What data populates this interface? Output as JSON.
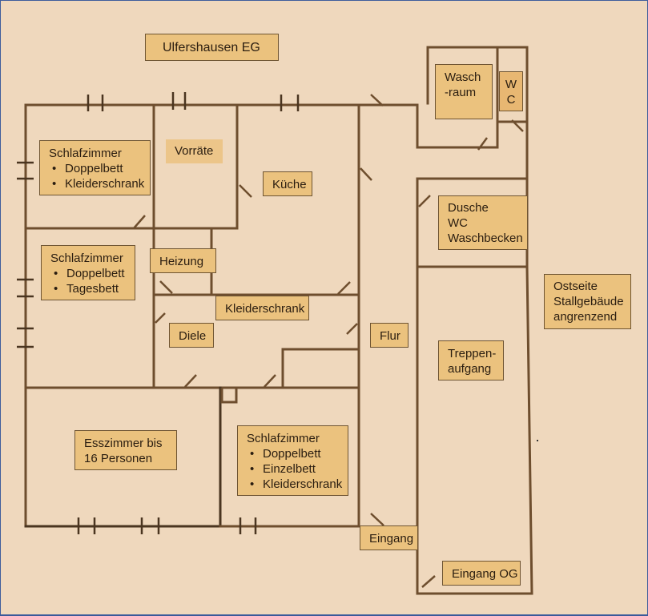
{
  "title": "Ulfershausen EG",
  "colors": {
    "background": "#efd8bd",
    "wall": "#6e4e2e",
    "label_fill": "#ebc27e",
    "frame": "#3e5d9c"
  },
  "rooms": {
    "schlafzimmer1": {
      "name": "Schlafzimmer",
      "items": [
        "Doppelbett",
        "Kleiderschrank"
      ]
    },
    "vorraete": {
      "name": "Vorräte"
    },
    "kueche": {
      "name": "Küche"
    },
    "schlafzimmer2": {
      "name": "Schlafzimmer",
      "items": [
        "Doppelbett",
        "Tagesbett"
      ]
    },
    "heizung": {
      "name": "Heizung"
    },
    "kleiderschrank": {
      "name": "Kleiderschrank"
    },
    "diele": {
      "name": "Diele"
    },
    "flur": {
      "name": "Flur"
    },
    "esszimmer": {
      "line1": "Esszimmer bis",
      "line2": "16 Personen"
    },
    "schlafzimmer3": {
      "name": "Schlafzimmer",
      "items": [
        "Doppelbett",
        "Einzelbett",
        "Kleiderschrank"
      ]
    },
    "eingang": {
      "name": "Eingang"
    },
    "waschraum": {
      "line1": "Wasch",
      "line2": "-raum"
    },
    "wc": {
      "line1": "W",
      "line2": "C"
    },
    "bad": {
      "line1": "Dusche",
      "line2": "WC",
      "line3": "Waschbecken"
    },
    "treppe": {
      "line1": "Treppen-",
      "line2": "aufgang"
    },
    "eingang_og": {
      "name": "Eingang OG"
    }
  },
  "annotation": {
    "line1": "Ostseite",
    "line2": "Stallgebäude",
    "line3": "angrenzend"
  }
}
